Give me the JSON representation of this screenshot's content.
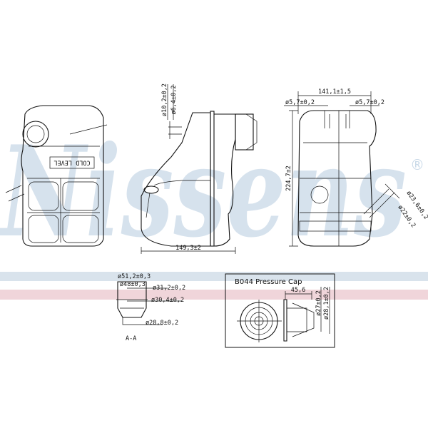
{
  "watermark": {
    "brand": "Nissens",
    "registered_mark": "®"
  },
  "stripe_colors": {
    "blue": "#d9e3ec",
    "red": "#f0d5da"
  },
  "front_view": {
    "label": "COLD LEVEL"
  },
  "side_view": {
    "width_dim": "149,3±2",
    "pipe_outer_dim": "ø10,2±0,2",
    "pipe_inner_dim": "ø6,4±0,2"
  },
  "rear_view": {
    "width_dim": "141,1±1,5",
    "port_left_dim": "ø5,7±0,2",
    "port_right_dim": "ø5,7±0,2",
    "height_dim": "224,7±2",
    "outlet_outer_dim": "ø23,6±0,2",
    "outlet_inner_dim": "ø22±0,2"
  },
  "section_view": {
    "dim_1": "ø51,2±0,3",
    "dim_2": "ø48±0,3",
    "dim_3": "ø31,2±0,2",
    "dim_4": "ø30,4±0,2",
    "dim_5": "ø28,8±0,2",
    "label": "A-A"
  },
  "pressure_cap": {
    "title": "B044 Pressure Cap",
    "width_dim": "45,6",
    "dim_inner": "ø27±0,2",
    "dim_outer": "ø28,1±0,2"
  }
}
